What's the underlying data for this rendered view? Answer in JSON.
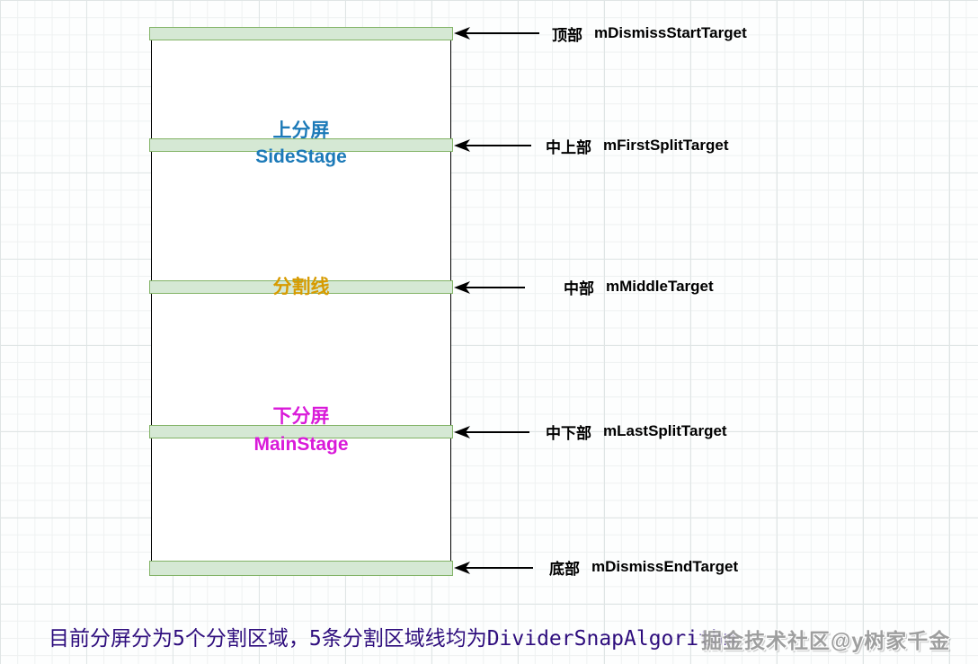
{
  "palette": {
    "bar_fill": "#d5e8d4",
    "bar_border": "#82b366",
    "side_stage_blue": "#1c7ab8",
    "divider_orange": "#d79b00",
    "main_stage_magenta": "#d91ad9",
    "caption_purple": "#2e0d7d",
    "arrow_black": "#000000",
    "watermark_gray": "#979797"
  },
  "screen": {
    "top_split_zh": "上分屏",
    "top_split_en": "SideStage",
    "divider_zh": "分割线",
    "bottom_split_zh": "下分屏",
    "bottom_split_en": "MainStage"
  },
  "targets": [
    {
      "zh": "顶部",
      "code": "mDismissStartTarget"
    },
    {
      "zh": "中上部",
      "code": "mFirstSplitTarget"
    },
    {
      "zh": "中部",
      "code": "mMiddleTarget"
    },
    {
      "zh": "中下部",
      "code": "mLastSplitTarget"
    },
    {
      "zh": "底部",
      "code": "mDismissEndTarget"
    }
  ],
  "caption": "目前分屏分为5个分割区域，5条分割区域线均为DividerSnapAlgorithm",
  "watermark": "掘金技术社区@y树家千金"
}
